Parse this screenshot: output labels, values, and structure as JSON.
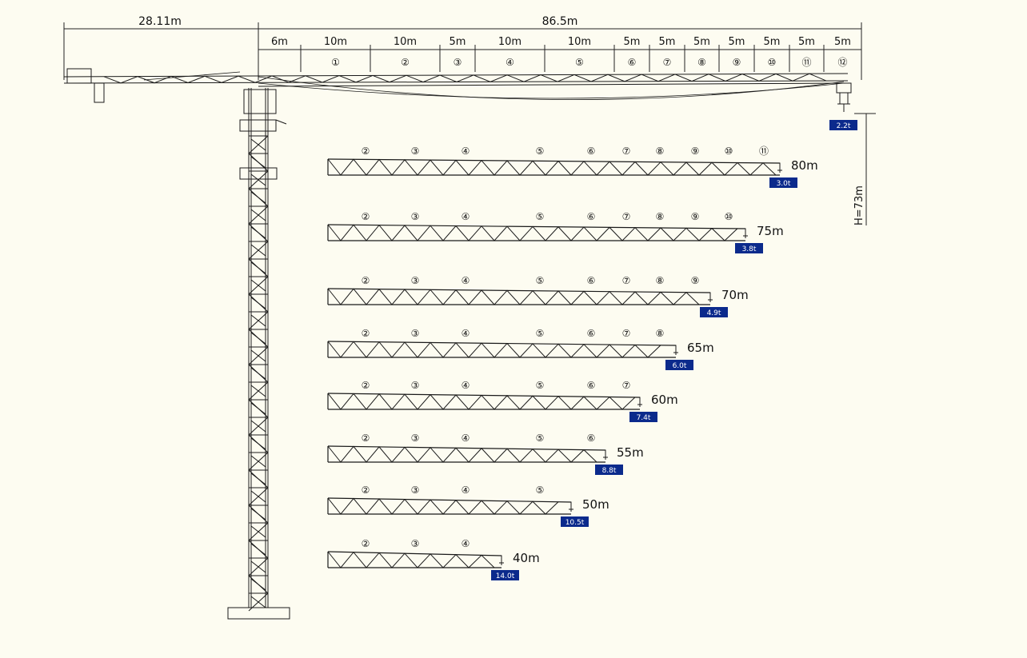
{
  "dimensions": {
    "counter_jib_length": "28.11m",
    "jib_length": "86.5m",
    "height": "H=73m"
  },
  "main_jib": {
    "load": "2.2t",
    "segments": [
      {
        "length": "6m",
        "number": ""
      },
      {
        "length": "10m",
        "number": "①"
      },
      {
        "length": "10m",
        "number": "②"
      },
      {
        "length": "5m",
        "number": "③"
      },
      {
        "length": "10m",
        "number": "④"
      },
      {
        "length": "10m",
        "number": "⑤"
      },
      {
        "length": "5m",
        "number": "⑥"
      },
      {
        "length": "5m",
        "number": "⑦"
      },
      {
        "length": "5m",
        "number": "⑧"
      },
      {
        "length": "5m",
        "number": "⑨"
      },
      {
        "length": "5m",
        "number": "⑩"
      },
      {
        "length": "5m",
        "number": "⑪"
      },
      {
        "length": "5m",
        "number": "⑫"
      }
    ]
  },
  "configurations": [
    {
      "length": "80m",
      "load": "3.0t",
      "sections": [
        "②",
        "③",
        "④",
        "⑤",
        "⑥",
        "⑦",
        "⑧",
        "⑨",
        "⑩",
        "⑪"
      ]
    },
    {
      "length": "75m",
      "load": "3.8t",
      "sections": [
        "②",
        "③",
        "④",
        "⑤",
        "⑥",
        "⑦",
        "⑧",
        "⑨",
        "⑩"
      ]
    },
    {
      "length": "70m",
      "load": "4.9t",
      "sections": [
        "②",
        "③",
        "④",
        "⑤",
        "⑥",
        "⑦",
        "⑧",
        "⑨"
      ]
    },
    {
      "length": "65m",
      "load": "6.0t",
      "sections": [
        "②",
        "③",
        "④",
        "⑤",
        "⑥",
        "⑦",
        "⑧"
      ]
    },
    {
      "length": "60m",
      "load": "7.4t",
      "sections": [
        "②",
        "③",
        "④",
        "⑤",
        "⑥",
        "⑦"
      ]
    },
    {
      "length": "55m",
      "load": "8.8t",
      "sections": [
        "②",
        "③",
        "④",
        "⑤",
        "⑥"
      ]
    },
    {
      "length": "50m",
      "load": "10.5t",
      "sections": [
        "②",
        "③",
        "④",
        "⑤"
      ]
    },
    {
      "length": "40m",
      "load": "14.0t",
      "sections": [
        "②",
        "③",
        "④"
      ]
    }
  ],
  "colors": {
    "background": "#fdfcf1",
    "line": "#1a1a1a",
    "load_badge": "#0b2a8c"
  }
}
